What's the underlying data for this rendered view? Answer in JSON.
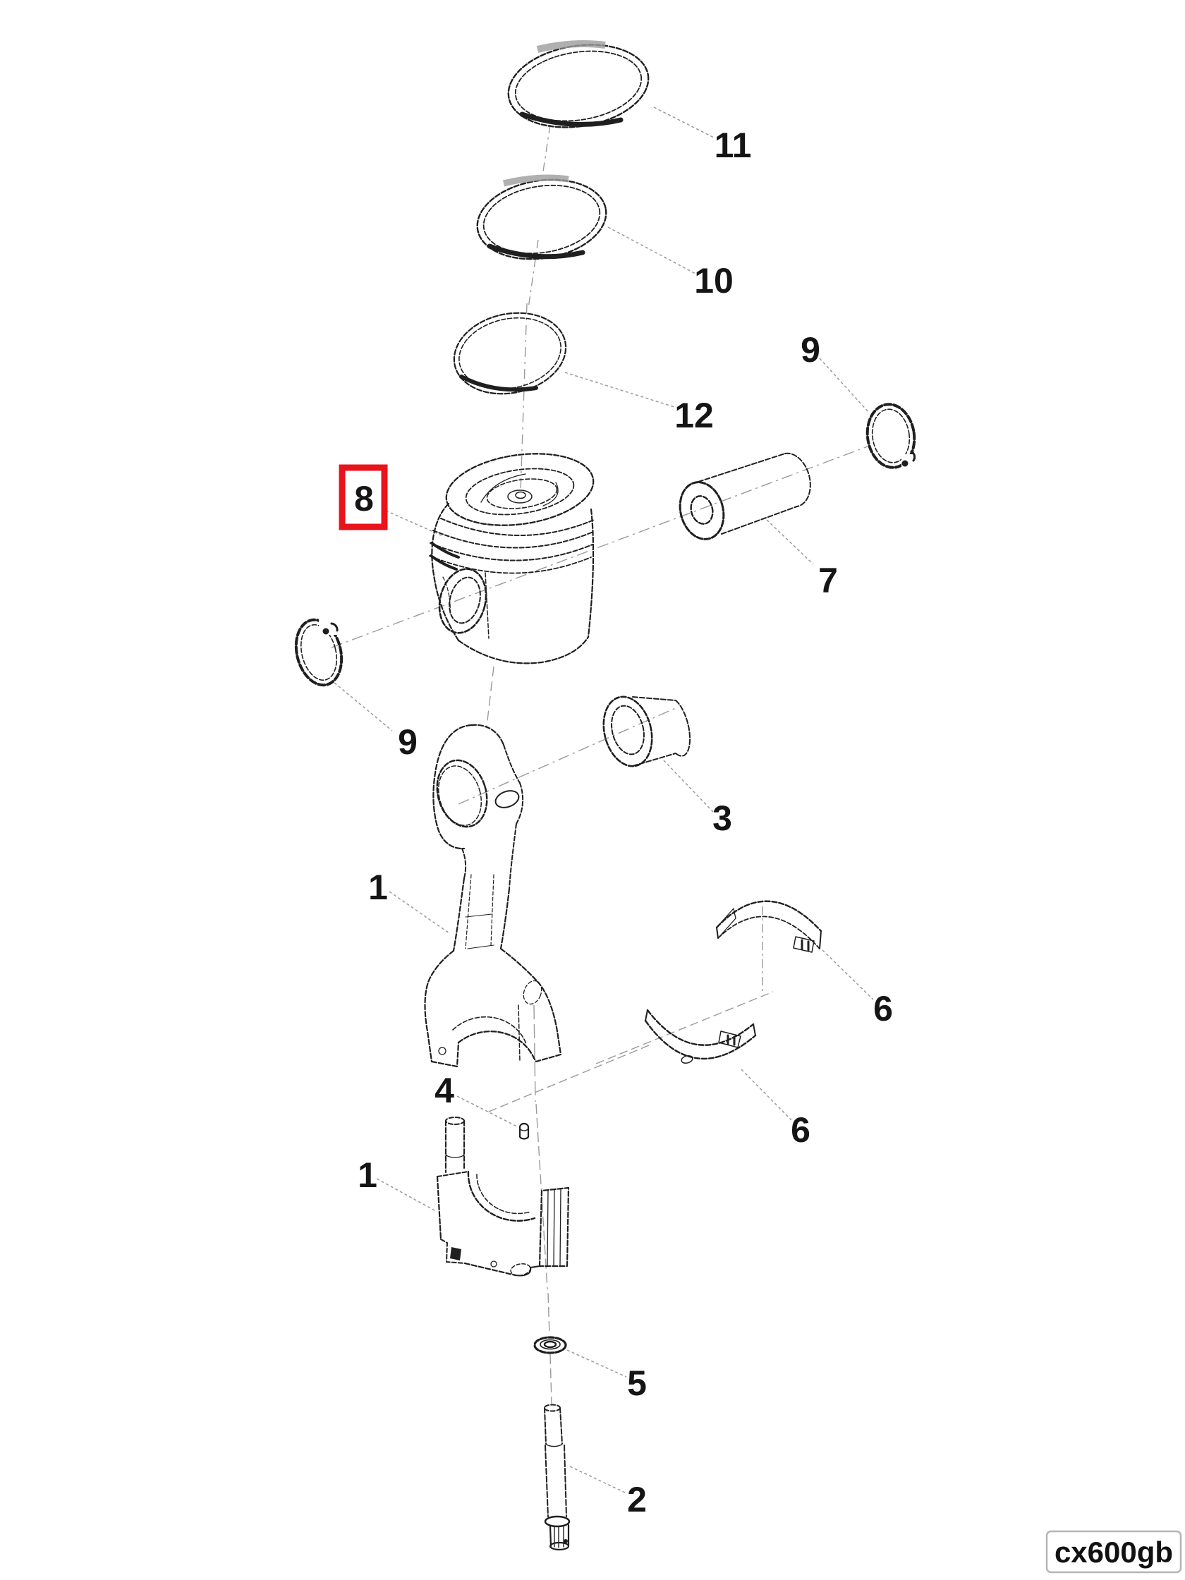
{
  "figure": {
    "drawing_code": "cx600gb",
    "highlighted_callout": "8",
    "colors": {
      "highlight_red": "#e8131b",
      "ink": "#1f1f1f",
      "leader_gray": "#9a9a9a",
      "code_box_border": "#b5b5b5"
    },
    "callouts": {
      "ring_top": "11",
      "ring_middle": "10",
      "ring_oil": "12",
      "circlip_right": "9",
      "piston_pin": "7",
      "piston": "8",
      "circlip_left": "9",
      "small_end_bushing": "3",
      "connecting_rod": "1",
      "bearing_shell_upper": "6",
      "bearing_shell_lower": "6",
      "dowel": "4",
      "rod_cap": "1",
      "washer": "5",
      "bolt": "2"
    }
  }
}
